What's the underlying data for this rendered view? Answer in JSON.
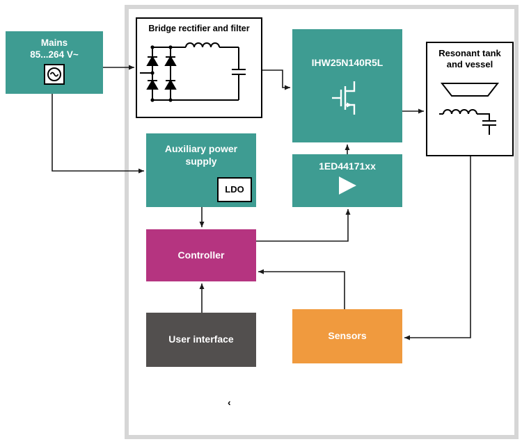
{
  "colors": {
    "teal": "#3e9c92",
    "magenta": "#b53480",
    "orange": "#f09a3e",
    "dark_gray": "#524f4e",
    "frame_gray": "#d6d6d6"
  },
  "blocks": {
    "mains": {
      "line1": "Mains",
      "line2": "85...264 V~"
    },
    "bridge": {
      "title": "Bridge rectifier and filter"
    },
    "igbt": {
      "label": "IHW25N140R5L"
    },
    "tank": {
      "line1": "Resonant tank",
      "line2": "and vessel"
    },
    "driver": {
      "label": "1ED44171xx"
    },
    "aux": {
      "line1": "Auxiliary power",
      "line2": "supply",
      "ldo": "LDO"
    },
    "controller": {
      "label": "Controller"
    },
    "ui": {
      "label": "User interface"
    },
    "sensors": {
      "label": "Sensors"
    }
  },
  "misc": {
    "caret": "‹"
  }
}
